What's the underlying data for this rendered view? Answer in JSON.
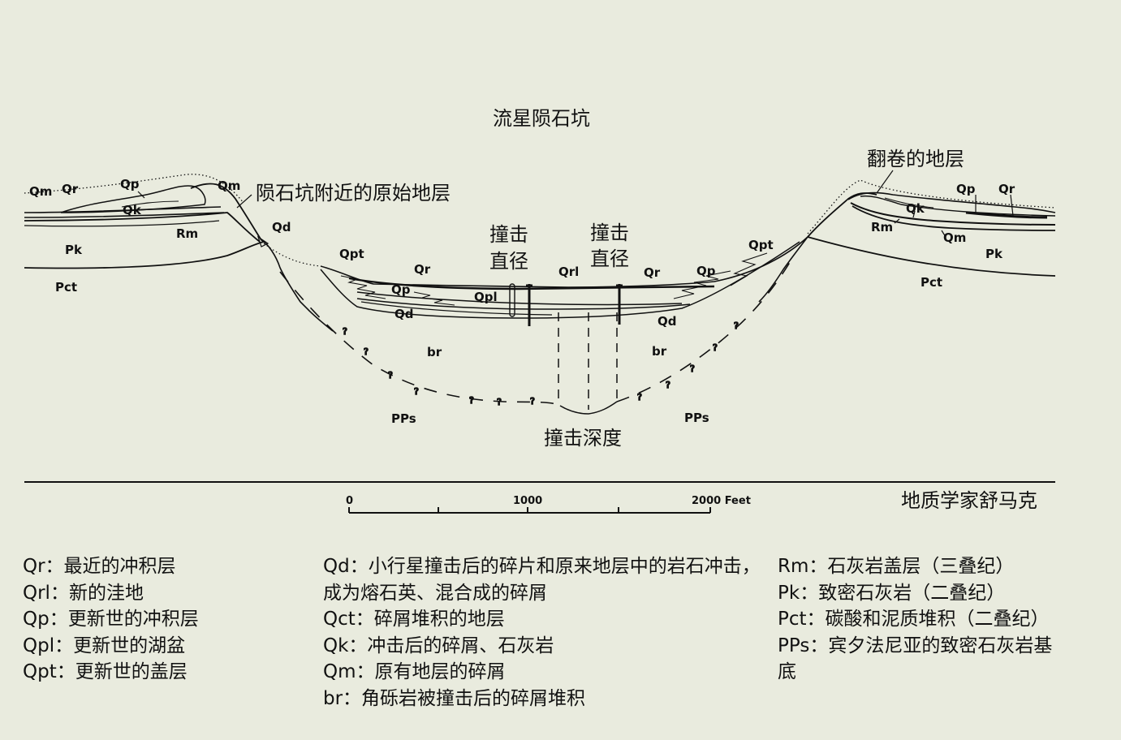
{
  "diagram": {
    "title": "流星陨石坑",
    "labels": {
      "original_strata": "陨石坑附近的原始地层",
      "overturned_strata": "翻卷的地层",
      "impact_diameter_1": [
        "撞击",
        "直径"
      ],
      "impact_diameter_2": [
        "撞击",
        "直径"
      ],
      "impact_depth": "撞击深度",
      "author": "地质学家舒马克"
    },
    "units": {
      "left": [
        {
          "id": "qm",
          "text": "Qm"
        },
        {
          "id": "qr",
          "text": "Qr"
        },
        {
          "id": "qp",
          "text": "Qp"
        },
        {
          "id": "qk",
          "text": "Qk"
        },
        {
          "id": "qm2",
          "text": "Qm"
        },
        {
          "id": "rm",
          "text": "Rm"
        },
        {
          "id": "pk",
          "text": "Pk"
        },
        {
          "id": "pct",
          "text": "Pct"
        },
        {
          "id": "qd",
          "text": "Qd"
        }
      ],
      "center": [
        {
          "id": "qpt",
          "text": "Qpt"
        },
        {
          "id": "qr",
          "text": "Qr"
        },
        {
          "id": "qp",
          "text": "Qp"
        },
        {
          "id": "qpl",
          "text": "Qpl"
        },
        {
          "id": "qd",
          "text": "Qd"
        },
        {
          "id": "qrl",
          "text": "Qrl"
        },
        {
          "id": "qr2",
          "text": "Qr"
        },
        {
          "id": "qp2",
          "text": "Qp"
        },
        {
          "id": "qd2",
          "text": "Qd"
        },
        {
          "id": "qpt2",
          "text": "Qpt"
        },
        {
          "id": "br",
          "text": "br"
        },
        {
          "id": "br2",
          "text": "br"
        },
        {
          "id": "pps",
          "text": "PPs"
        },
        {
          "id": "pps2",
          "text": "PPs"
        }
      ],
      "right": [
        {
          "id": "qp",
          "text": "Qp"
        },
        {
          "id": "qr",
          "text": "Qr"
        },
        {
          "id": "qk",
          "text": "Qk"
        },
        {
          "id": "rm",
          "text": "Rm"
        },
        {
          "id": "qm",
          "text": "Qm"
        },
        {
          "id": "pk",
          "text": "Pk"
        },
        {
          "id": "pct",
          "text": "Pct"
        }
      ]
    },
    "scale": {
      "ticks": [
        "0",
        "1000",
        "2000 Feet"
      ]
    }
  },
  "legend": {
    "column1": [
      "Qr：最近的冲积层",
      "Qrl：新的洼地",
      "Qp：更新世的冲积层",
      "Qpl：更新世的湖盆",
      "Qpt：更新世的盖层"
    ],
    "column2": [
      "Qd：小行星撞击后的碎片和原来地层中的岩石冲击，成为熔石英、混合成的碎屑",
      "Qct：碎屑堆积的地层",
      "Qk：冲击后的碎屑、石灰岩",
      "Qm：原有地层的碎屑",
      "br：角砾岩被撞击后的碎屑堆积"
    ],
    "column3": [
      "Rm：石灰岩盖层（三叠纪）",
      "Pk：致密石灰岩（二叠纪）",
      "Pct：碳酸和泥质堆积（二叠纪）",
      "PPs：宾夕法尼亚的致密石灰岩基底"
    ]
  },
  "colors": {
    "background": "#e9ebde",
    "ink": "#111111"
  }
}
